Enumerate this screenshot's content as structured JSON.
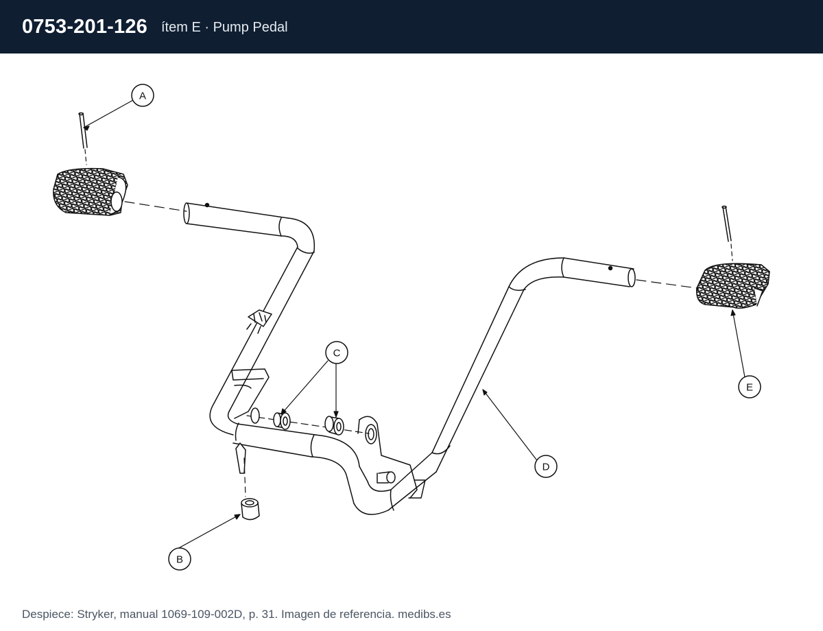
{
  "header": {
    "part_number": "0753-201-126",
    "subtitle": "ítem E · Pump Pedal"
  },
  "callouts": {
    "a": "A",
    "b": "B",
    "c": "C",
    "d": "D",
    "e": "E"
  },
  "footer": {
    "source": "Despiece: Stryker, manual 1069-109-002D, p. 31. Imagen de referencia. medibs.es"
  },
  "colors": {
    "header_bg": "#0f1e31",
    "line": "#111111"
  }
}
